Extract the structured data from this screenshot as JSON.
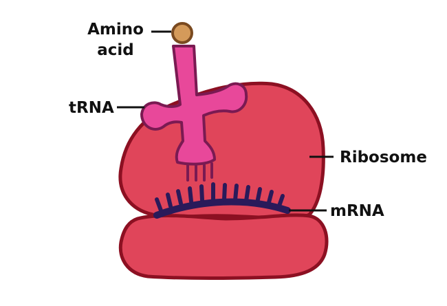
{
  "labels": {
    "amino_acid_line1": "Amino",
    "amino_acid_line2": "acid",
    "trna": "tRNA",
    "ribosome": "Ribosome",
    "mrna": "mRNA"
  },
  "colors": {
    "ribosome_fill": "#e0455a",
    "ribosome_outline": "#8c1022",
    "trna_fill": "#e8489a",
    "trna_outline": "#7a1a52",
    "amino_acid_fill": "#d49a5a",
    "amino_acid_outline": "#7a4a20",
    "mrna": "#2a1a5a",
    "leader_line": "#111111"
  }
}
